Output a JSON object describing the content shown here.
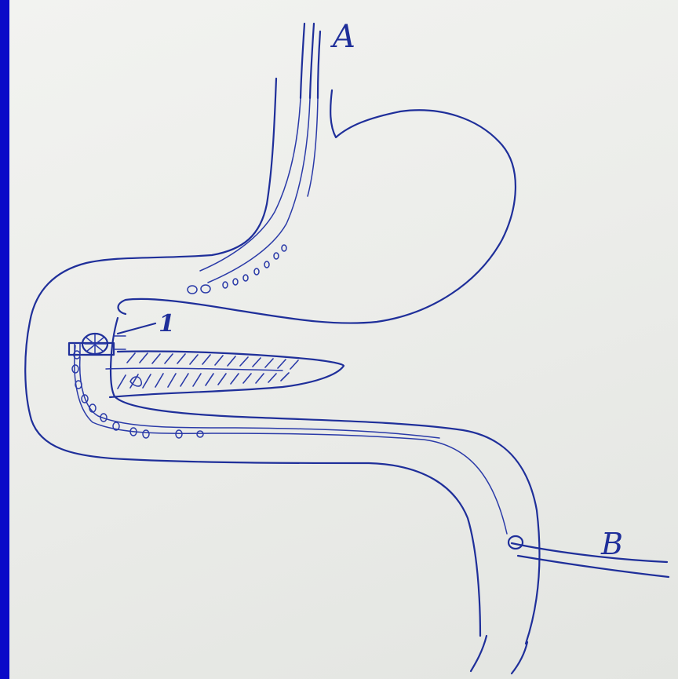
{
  "labels": {
    "a": "A",
    "b": "B",
    "one": "1"
  },
  "colors": {
    "border": "#0a0ac8",
    "paper": "#eeefec",
    "ink": "#1f2f9a"
  }
}
